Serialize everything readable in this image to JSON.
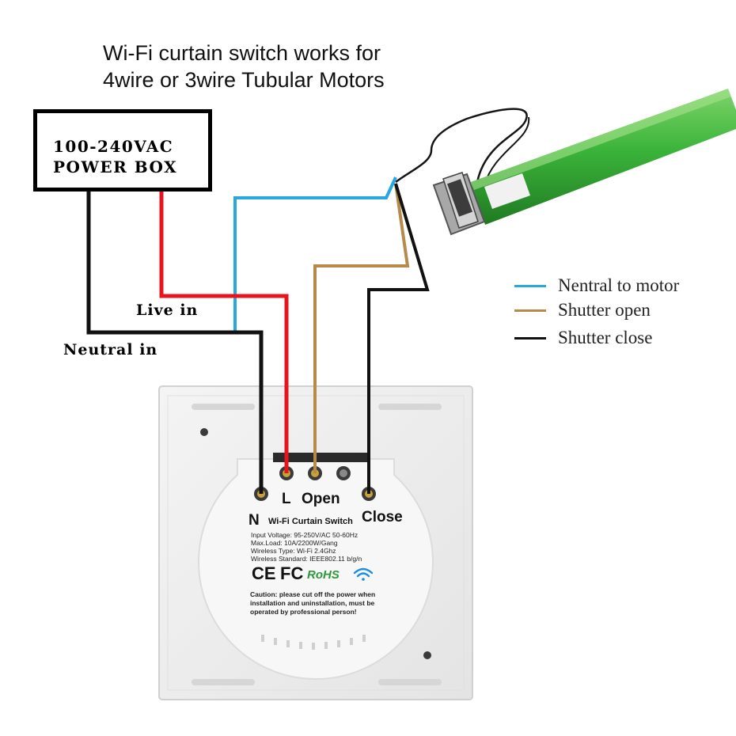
{
  "title": {
    "line1": "Wi-Fi curtain switch works for",
    "line2": "4wire or 3wire Tubular Motors"
  },
  "power_box": {
    "line1": "100-240VAC",
    "line2": "POWER BOX"
  },
  "wire_labels": {
    "live_in": "Live in",
    "neutral_in": "Neutral in"
  },
  "legend": [
    {
      "label": "Nentral to motor",
      "color": "#29a8e0"
    },
    {
      "label": "Shutter open",
      "color": "#b58a4a"
    },
    {
      "label": "Shutter close",
      "color": "#111111"
    }
  ],
  "switch": {
    "terminals": {
      "n": "N",
      "l": "L",
      "open": "Open",
      "close": "Close"
    },
    "product_title": "Wi-Fi Curtain Switch",
    "specs": [
      "Input Voltage: 95-250V/AC 50-60Hz",
      "Max.Load: 10A/2200W/Gang",
      "Wireless Type: Wi-Fi 2.4Ghz",
      "Wireless Standard: IEEE802.11 b/g/n"
    ],
    "certifications": {
      "ce": "CE",
      "fc": "FC",
      "rohs": "RoHS"
    },
    "caution": [
      "Caution: please cut off the power when",
      "installation and uninstallation, must be",
      "operated by professional person!"
    ]
  },
  "colors": {
    "live_wire": "#e8141b",
    "neutral_motor_wire": "#29a8e0",
    "shutter_open_wire": "#b58a4a",
    "shutter_close_wire": "#111111",
    "motor_tube": "#3bb43a"
  },
  "icons": {
    "motor": "tubular-motor-icon",
    "wifi": "wifi-icon"
  }
}
